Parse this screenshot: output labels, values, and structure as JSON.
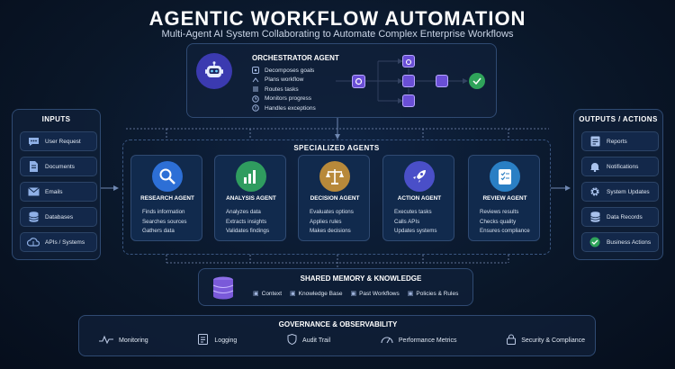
{
  "header": {
    "title": "AGENTIC WORKFLOW AUTOMATION",
    "subtitle": "Multi-Agent AI System Collaborating to Automate Complex Enterprise Workflows"
  },
  "inputs": {
    "title": "INPUTS",
    "items": [
      {
        "label": "User Request",
        "icon": "chat-bubble-icon"
      },
      {
        "label": "Documents",
        "icon": "document-icon"
      },
      {
        "label": "Emails",
        "icon": "email-icon"
      },
      {
        "label": "Databases",
        "icon": "database-icon"
      },
      {
        "label": "APIs / Systems",
        "icon": "cloud-icon"
      }
    ]
  },
  "orchestrator": {
    "title": "ORCHESTRATOR AGENT",
    "items": [
      "Decomposes goals",
      "Plans workflow",
      "Routes tasks",
      "Monitors progress",
      "Handles exceptions"
    ]
  },
  "specialized": {
    "title": "SPECIALIZED AGENTS",
    "agents": [
      {
        "name": "RESEARCH AGENT",
        "icon": "magnifier-icon",
        "color": "#2d6fd6",
        "tasks": [
          "Finds information",
          "Searches sources",
          "Gathers data"
        ]
      },
      {
        "name": "ANALYSIS AGENT",
        "icon": "bar-chart-icon",
        "color": "#2f9c5f",
        "tasks": [
          "Analyzes data",
          "Extracts insights",
          "Validates findings"
        ]
      },
      {
        "name": "DECISION AGENT",
        "icon": "scales-icon",
        "color": "#b8893a",
        "tasks": [
          "Evaluates options",
          "Applies rules",
          "Makes decisions"
        ]
      },
      {
        "name": "ACTION AGENT",
        "icon": "rocket-icon",
        "color": "#4a4fc8",
        "tasks": [
          "Executes tasks",
          "Calls APIs",
          "Updates systems"
        ]
      },
      {
        "name": "REVIEW AGENT",
        "icon": "checklist-icon",
        "color": "#2a7fc4",
        "tasks": [
          "Reviews results",
          "Checks quality",
          "Ensures compliance"
        ]
      }
    ]
  },
  "outputs": {
    "title": "OUTPUTS / ACTIONS",
    "items": [
      {
        "label": "Reports",
        "icon": "report-icon"
      },
      {
        "label": "Notifications",
        "icon": "bell-icon"
      },
      {
        "label": "System Updates",
        "icon": "gear-icon"
      },
      {
        "label": "Data Records",
        "icon": "database-icon"
      },
      {
        "label": "Business Actions",
        "icon": "check-circle-icon"
      }
    ]
  },
  "memory": {
    "title": "SHARED MEMORY & KNOWLEDGE",
    "items": [
      "Context",
      "Knowledge Base",
      "Past Workflows",
      "Policies & Rules"
    ]
  },
  "governance": {
    "title": "GOVERNANCE & OBSERVABILITY",
    "items": [
      {
        "label": "Monitoring",
        "icon": "pulse-icon"
      },
      {
        "label": "Logging",
        "icon": "log-icon"
      },
      {
        "label": "Audit Trail",
        "icon": "shield-icon"
      },
      {
        "label": "Performance Metrics",
        "icon": "gauge-icon"
      },
      {
        "label": "Security & Compliance",
        "icon": "lock-icon"
      }
    ]
  },
  "colors": {
    "accent": "#6a4fd6",
    "success": "#2fa35a",
    "border": "#2f4a72"
  }
}
